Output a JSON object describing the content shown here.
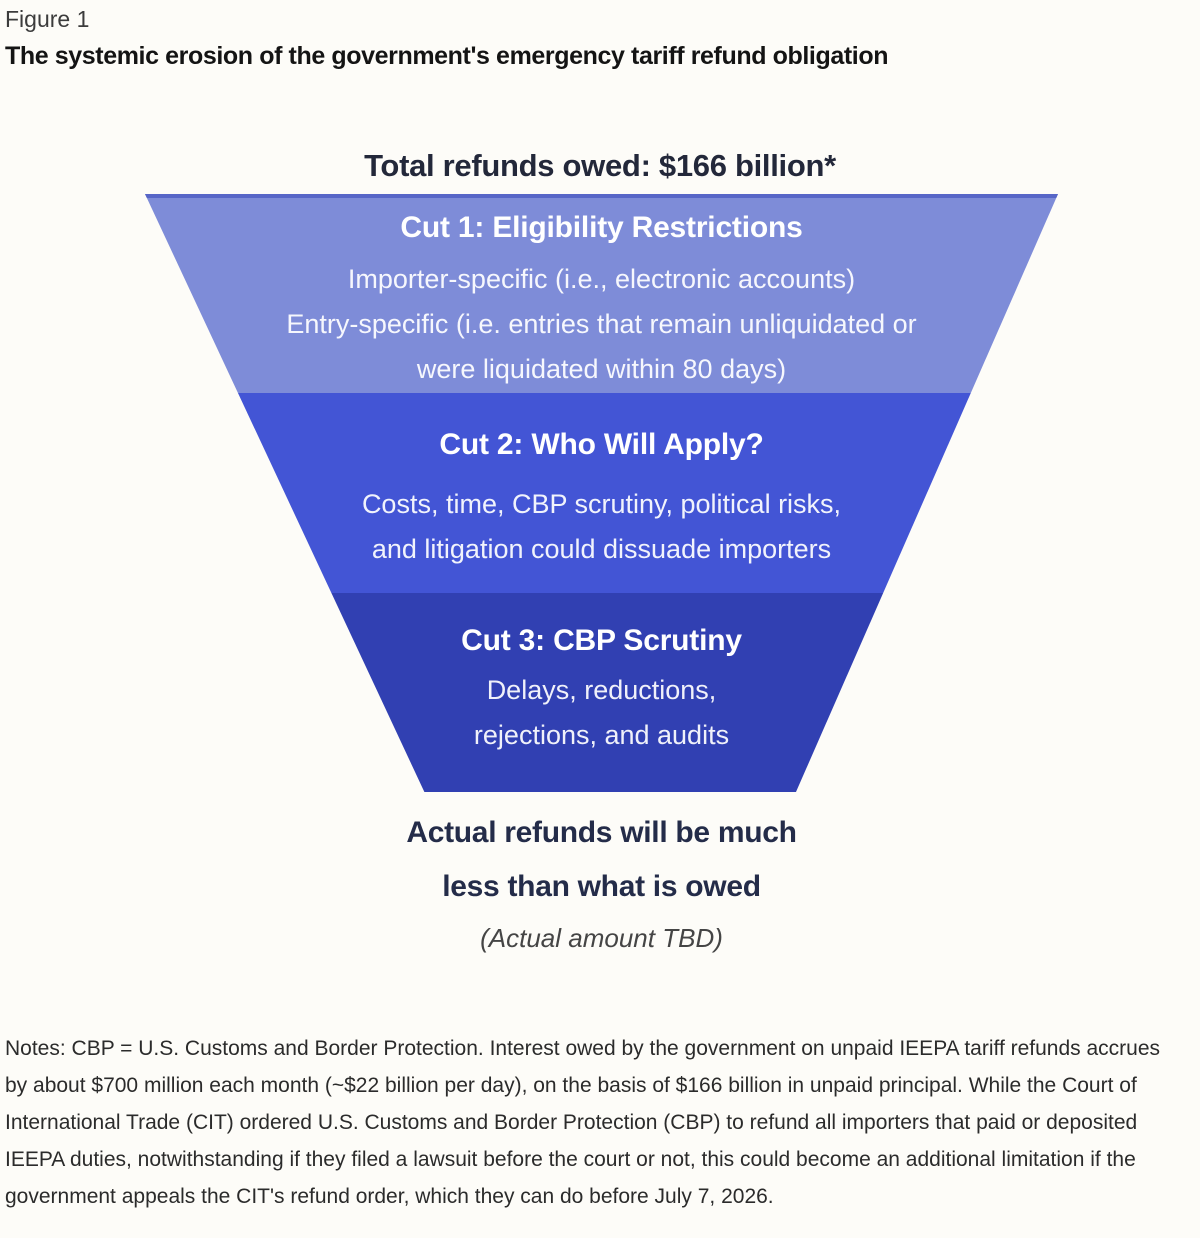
{
  "figure": {
    "label": "Figure 1",
    "title": "The systemic erosion of the government's emergency tariff refund obligation"
  },
  "funnel": {
    "top_label": "Total refunds owed: $166 billion*",
    "top_border_color": "#5766c7",
    "sections": [
      {
        "heading": "Cut 1: Eligibility Restrictions",
        "lines": [
          "Importer-specific (i.e., electronic accounts)",
          "Entry-specific (i.e. entries that remain unliquidated or",
          "were liquidated within 80 days)"
        ],
        "color": "#7e8cd8"
      },
      {
        "heading": "Cut 2: Who Will Apply?",
        "lines": [
          "Costs, time, CBP scrutiny, political risks,",
          "and litigation could dissuade importers"
        ],
        "color": "#4355d5"
      },
      {
        "heading": "Cut 3: CBP Scrutiny",
        "lines": [
          "Delays, reductions,",
          "rejections, and audits"
        ],
        "color": "#3140b2"
      }
    ],
    "bottom_label": [
      "Actual refunds will be much",
      "less than what is owed"
    ],
    "bottom_sublabel": "(Actual amount TBD)"
  },
  "notes": "Notes: CBP = U.S. Customs and Border Protection. Interest owed by the government on unpaid IEEPA tariff refunds accrues by about $700 million each month (~$22 billion per day), on the basis of $166 billion in unpaid principal. While the Court of International Trade (CIT) ordered U.S. Customs and Border Protection (CBP) to refund all importers that paid or deposited IEEPA duties, notwithstanding if they filed a lawsuit before the court or not, this could become an additional limitation if the government appeals the CIT's refund order, which they can do before July 7, 2026."
}
